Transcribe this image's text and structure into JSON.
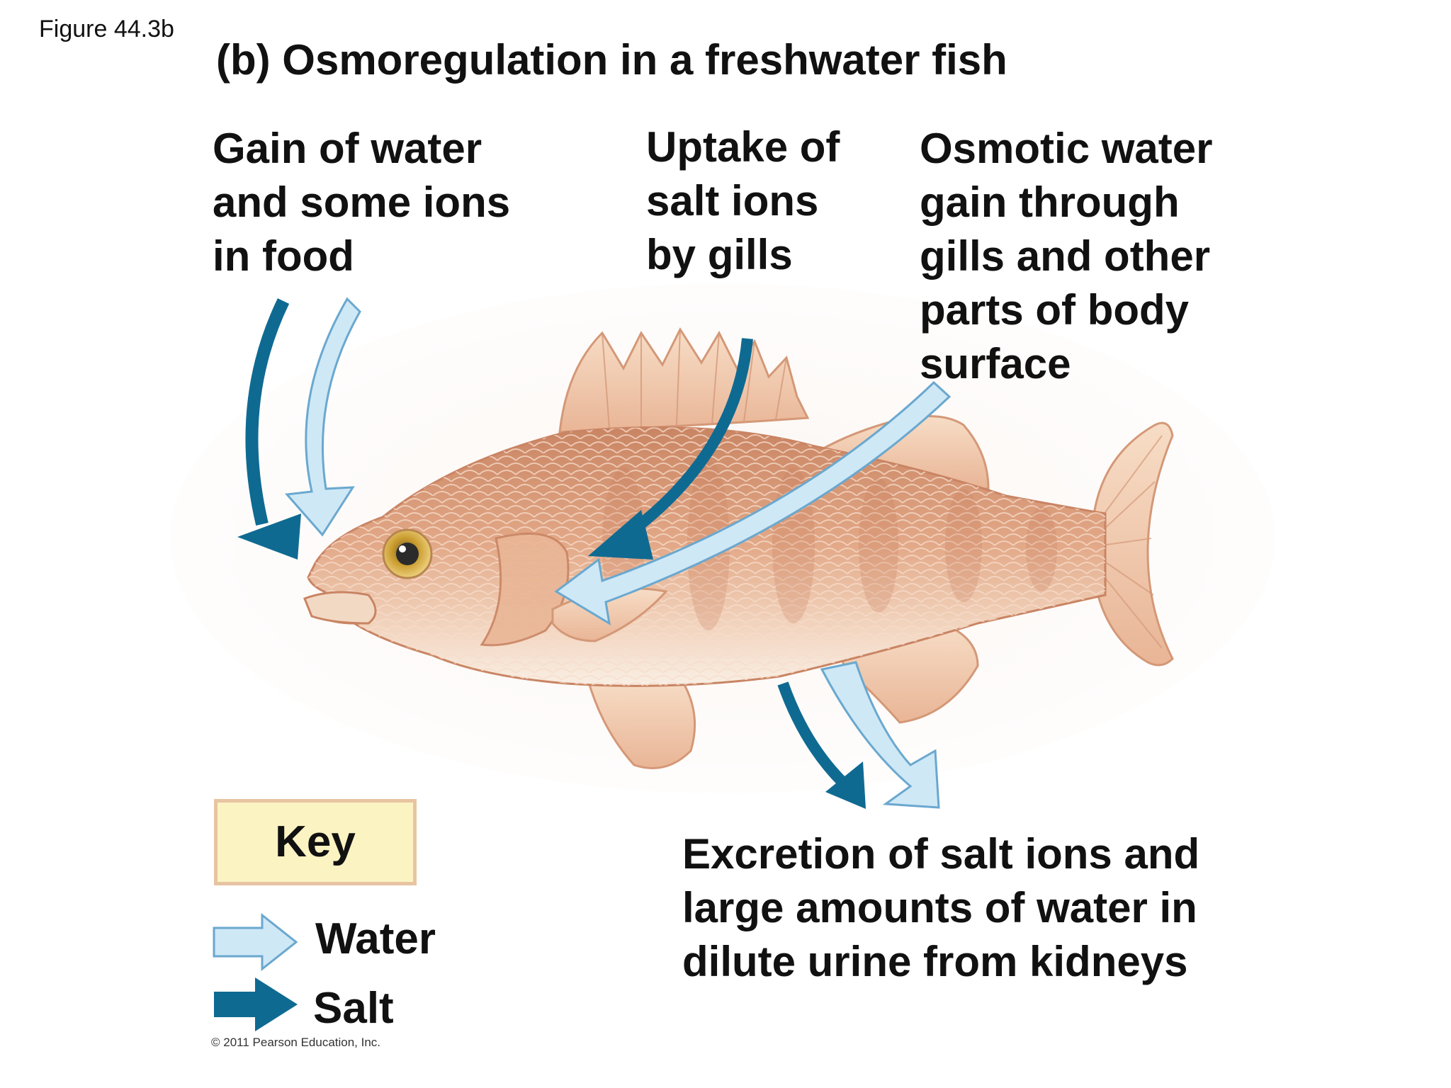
{
  "figure_label": "Figure 44.3b",
  "title": "(b) Osmoregulation in a freshwater fish",
  "labels": {
    "food": [
      "Gain of water",
      "and some ions",
      "in food"
    ],
    "gills": [
      "Uptake of",
      "salt ions",
      "by gills"
    ],
    "osmotic": [
      "Osmotic water",
      "gain through",
      "gills and other",
      "parts of body",
      "surface"
    ],
    "excretion": [
      "Excretion of salt ions and",
      "large amounts of water in",
      "dilute urine from kidneys"
    ]
  },
  "key": {
    "title": "Key",
    "water_label": "Water",
    "salt_label": "Salt"
  },
  "colors": {
    "water_arrow": "#cfe8f6",
    "water_arrow_stroke": "#6aa8cf",
    "salt_arrow": "#0f6a92",
    "key_fill": "#fbf3c2",
    "key_border": "#e8c4a2",
    "fish_body": "#dfa07e",
    "fish_belly": "#f7e8da"
  },
  "copyright": "© 2011 Pearson Education, Inc."
}
